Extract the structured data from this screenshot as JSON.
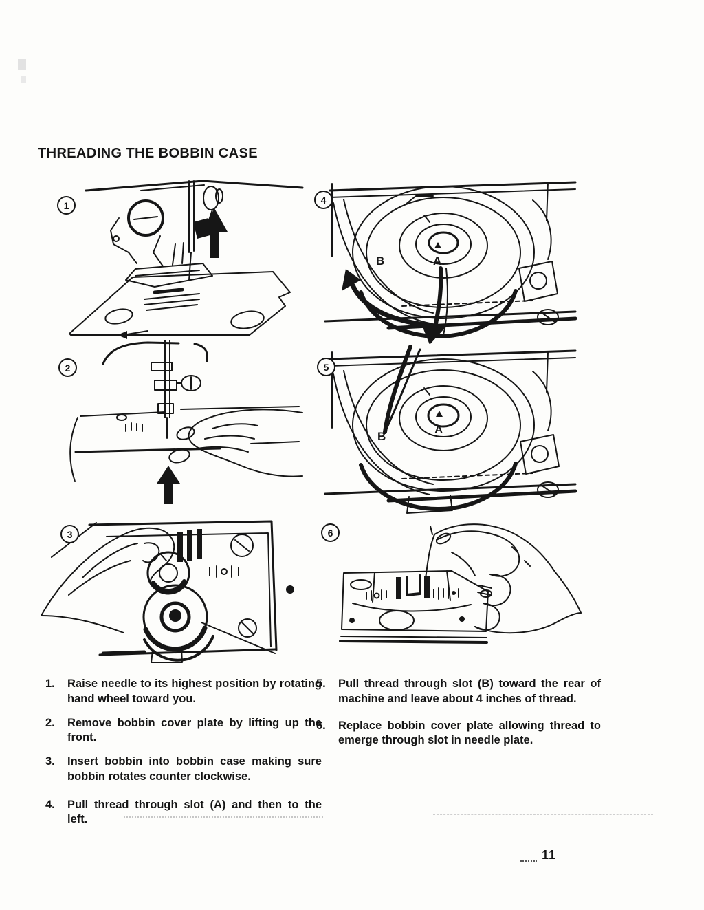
{
  "document": {
    "title": "THREADING THE BOBBIN CASE",
    "page_number": "11"
  },
  "figures": {
    "fig1": {
      "number": "1",
      "caption": "raise-needle-presser-foot-up-arrow"
    },
    "fig2": {
      "number": "2",
      "caption": "hand-lifting-bobbin-cover-plate"
    },
    "fig3": {
      "number": "3",
      "caption": "hand-inserting-bobbin-into-bobbin-case"
    },
    "fig4": {
      "number": "4",
      "label_a": "A",
      "label_b": "B",
      "caption": "thread-through-slot-a-with-arrows"
    },
    "fig5": {
      "number": "5",
      "label_a": "A",
      "label_b": "B",
      "caption": "thread-through-slot-b-toward-rear"
    },
    "fig6": {
      "number": "6",
      "caption": "hand-pulling-thread-through-needle-plate-slot"
    }
  },
  "instructions": {
    "left": [
      {
        "num": "1.",
        "text": "Raise needle to its highest position by rotating hand wheel toward you."
      },
      {
        "num": "2.",
        "text": "Remove bobbin cover plate by lifting up the front."
      },
      {
        "num": "3.",
        "text": "Insert bobbin into bobbin case making sure bobbin rotates counter clockwise."
      },
      {
        "num": "4.",
        "text": "Pull thread through slot (A) and then to the left."
      }
    ],
    "right": [
      {
        "num": "5.",
        "text": "Pull thread through slot (B) toward the rear of machine and leave about 4 inches of thread."
      },
      {
        "num": "6.",
        "text": "Replace bobbin cover plate allowing thread to emerge through slot in needle plate."
      }
    ]
  }
}
